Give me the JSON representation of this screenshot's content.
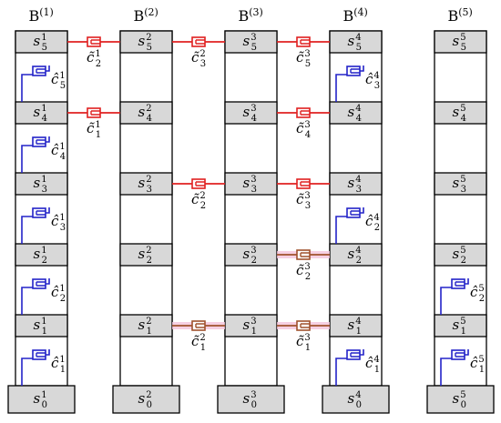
{
  "columns": [
    {
      "title_base": "B",
      "title_index": "(1)",
      "index": "1",
      "levels": 6
    },
    {
      "title_base": "B",
      "title_index": "(2)",
      "index": "2",
      "levels": 6
    },
    {
      "title_base": "B",
      "title_index": "(3)",
      "index": "3",
      "levels": 6
    },
    {
      "title_base": "B",
      "title_index": "(4)",
      "index": "4",
      "levels": 6
    },
    {
      "title_base": "B",
      "title_index": "(5)",
      "index": "5",
      "levels": 6
    }
  ],
  "cells": [
    {
      "col": 0,
      "level": 0,
      "base": "s",
      "sup": "1",
      "sub": "0"
    },
    {
      "col": 0,
      "level": 1,
      "base": "s",
      "sup": "1",
      "sub": "1"
    },
    {
      "col": 0,
      "level": 2,
      "base": "s",
      "sup": "1",
      "sub": "2"
    },
    {
      "col": 0,
      "level": 3,
      "base": "s",
      "sup": "1",
      "sub": "3"
    },
    {
      "col": 0,
      "level": 4,
      "base": "s",
      "sup": "1",
      "sub": "4"
    },
    {
      "col": 0,
      "level": 5,
      "base": "s",
      "sup": "1",
      "sub": "5"
    },
    {
      "col": 1,
      "level": 0,
      "base": "s",
      "sup": "2",
      "sub": "0"
    },
    {
      "col": 1,
      "level": 1,
      "base": "s",
      "sup": "2",
      "sub": "1"
    },
    {
      "col": 1,
      "level": 2,
      "base": "s",
      "sup": "2",
      "sub": "2"
    },
    {
      "col": 1,
      "level": 3,
      "base": "s",
      "sup": "2",
      "sub": "3"
    },
    {
      "col": 1,
      "level": 4,
      "base": "s",
      "sup": "2",
      "sub": "4"
    },
    {
      "col": 1,
      "level": 5,
      "base": "s",
      "sup": "2",
      "sub": "5"
    },
    {
      "col": 2,
      "level": 0,
      "base": "s",
      "sup": "3",
      "sub": "0"
    },
    {
      "col": 2,
      "level": 1,
      "base": "s",
      "sup": "3",
      "sub": "1"
    },
    {
      "col": 2,
      "level": 2,
      "base": "s",
      "sup": "3",
      "sub": "2"
    },
    {
      "col": 2,
      "level": 3,
      "base": "s",
      "sup": "3",
      "sub": "3"
    },
    {
      "col": 2,
      "level": 4,
      "base": "s",
      "sup": "3",
      "sub": "4"
    },
    {
      "col": 2,
      "level": 5,
      "base": "s",
      "sup": "3",
      "sub": "5"
    },
    {
      "col": 3,
      "level": 0,
      "base": "s",
      "sup": "4",
      "sub": "0"
    },
    {
      "col": 3,
      "level": 1,
      "base": "s",
      "sup": "4",
      "sub": "1"
    },
    {
      "col": 3,
      "level": 2,
      "base": "s",
      "sup": "4",
      "sub": "2"
    },
    {
      "col": 3,
      "level": 3,
      "base": "s",
      "sup": "4",
      "sub": "3"
    },
    {
      "col": 3,
      "level": 4,
      "base": "s",
      "sup": "4",
      "sub": "4"
    },
    {
      "col": 3,
      "level": 5,
      "base": "s",
      "sup": "4",
      "sub": "5"
    },
    {
      "col": 4,
      "level": 0,
      "base": "s",
      "sup": "5",
      "sub": "0"
    },
    {
      "col": 4,
      "level": 1,
      "base": "s",
      "sup": "5",
      "sub": "1"
    },
    {
      "col": 4,
      "level": 2,
      "base": "s",
      "sup": "5",
      "sub": "2"
    },
    {
      "col": 4,
      "level": 3,
      "base": "s",
      "sup": "5",
      "sub": "3"
    },
    {
      "col": 4,
      "level": 4,
      "base": "s",
      "sup": "5",
      "sub": "4"
    },
    {
      "col": 4,
      "level": 5,
      "base": "s",
      "sup": "5",
      "sub": "5"
    }
  ],
  "local_links": [
    {
      "col": 0,
      "from_level": 0,
      "label": "ĉ",
      "sup": "1",
      "sub": "1"
    },
    {
      "col": 0,
      "from_level": 1,
      "label": "ĉ",
      "sup": "1",
      "sub": "2"
    },
    {
      "col": 0,
      "from_level": 2,
      "label": "ĉ",
      "sup": "1",
      "sub": "3"
    },
    {
      "col": 0,
      "from_level": 3,
      "label": "ĉ",
      "sup": "1",
      "sub": "4"
    },
    {
      "col": 0,
      "from_level": 4,
      "label": "ĉ",
      "sup": "1",
      "sub": "5"
    },
    {
      "col": 3,
      "from_level": 0,
      "label": "ĉ",
      "sup": "4",
      "sub": "1"
    },
    {
      "col": 3,
      "from_level": 2,
      "label": "ĉ",
      "sup": "4",
      "sub": "2"
    },
    {
      "col": 3,
      "from_level": 4,
      "label": "ĉ",
      "sup": "4",
      "sub": "3"
    },
    {
      "col": 4,
      "from_level": 0,
      "label": "ĉ",
      "sup": "5",
      "sub": "1"
    },
    {
      "col": 4,
      "from_level": 1,
      "label": "ĉ",
      "sup": "5",
      "sub": "2"
    }
  ],
  "cross_links": [
    {
      "from_col": 0,
      "to_col": 1,
      "level": 5,
      "label": "c̃",
      "sup": "1",
      "sub": "2",
      "color": "red"
    },
    {
      "from_col": 0,
      "to_col": 1,
      "level": 4,
      "label": "c̃",
      "sup": "1",
      "sub": "1",
      "color": "red"
    },
    {
      "from_col": 1,
      "to_col": 2,
      "level": 5,
      "label": "c̃",
      "sup": "2",
      "sub": "3",
      "color": "red"
    },
    {
      "from_col": 1,
      "to_col": 2,
      "level": 3,
      "label": "c̃",
      "sup": "2",
      "sub": "2",
      "color": "red"
    },
    {
      "from_col": 1,
      "to_col": 2,
      "level": 1,
      "label": "c̃",
      "sup": "2",
      "sub": "1",
      "color": "brown"
    },
    {
      "from_col": 2,
      "to_col": 3,
      "level": 5,
      "label": "c̃",
      "sup": "3",
      "sub": "5",
      "color": "red"
    },
    {
      "from_col": 2,
      "to_col": 3,
      "level": 4,
      "label": "c̃",
      "sup": "3",
      "sub": "4",
      "color": "red"
    },
    {
      "from_col": 2,
      "to_col": 3,
      "level": 3,
      "label": "c̃",
      "sup": "3",
      "sub": "3",
      "color": "red"
    },
    {
      "from_col": 2,
      "to_col": 3,
      "level": 2,
      "label": "c̃",
      "sup": "3",
      "sub": "2",
      "color": "brown"
    },
    {
      "from_col": 2,
      "to_col": 3,
      "level": 1,
      "label": "c̃",
      "sup": "3",
      "sub": "1",
      "color": "brown"
    }
  ],
  "colors": {
    "local_link": "#2323c8",
    "cross_red": "#e02020",
    "cross_brown": "#a0522d",
    "cross_highlight": "#f4c4dc",
    "cell_fill": "#d8d8d8",
    "frame_stroke": "#000000"
  }
}
